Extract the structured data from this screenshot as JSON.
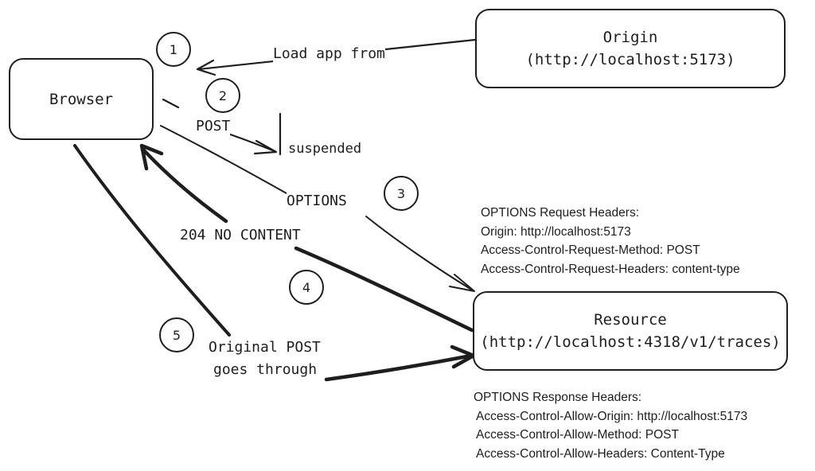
{
  "nodes": {
    "browser": {
      "label": "Browser"
    },
    "origin": {
      "line1": "Origin",
      "line2": "(http://localhost:5173)"
    },
    "resource": {
      "line1": "Resource",
      "line2": "(http://localhost:4318/v1/traces)"
    }
  },
  "steps": [
    "1",
    "2",
    "3",
    "4",
    "5"
  ],
  "edges": {
    "load_app": "Load app from",
    "post": "POST",
    "suspended": "suspended",
    "options": "OPTIONS",
    "no_content": "204 NO CONTENT",
    "original_post_line1": "Original POST",
    "original_post_line2": "goes through"
  },
  "request_headers": {
    "title": "OPTIONS Request Headers:",
    "lines": [
      "Origin: http://localhost:5173",
      "Access-Control-Request-Method: POST",
      "Access-Control-Request-Headers: content-type"
    ]
  },
  "response_headers": {
    "title": "OPTIONS Response Headers:",
    "lines": [
      "Access-Control-Allow-Origin: http://localhost:5173",
      "Access-Control-Allow-Method: POST",
      "Access-Control-Allow-Headers: Content-Type"
    ]
  },
  "colors": {
    "stroke": "#1e1e1e",
    "background": "#ffffff"
  }
}
